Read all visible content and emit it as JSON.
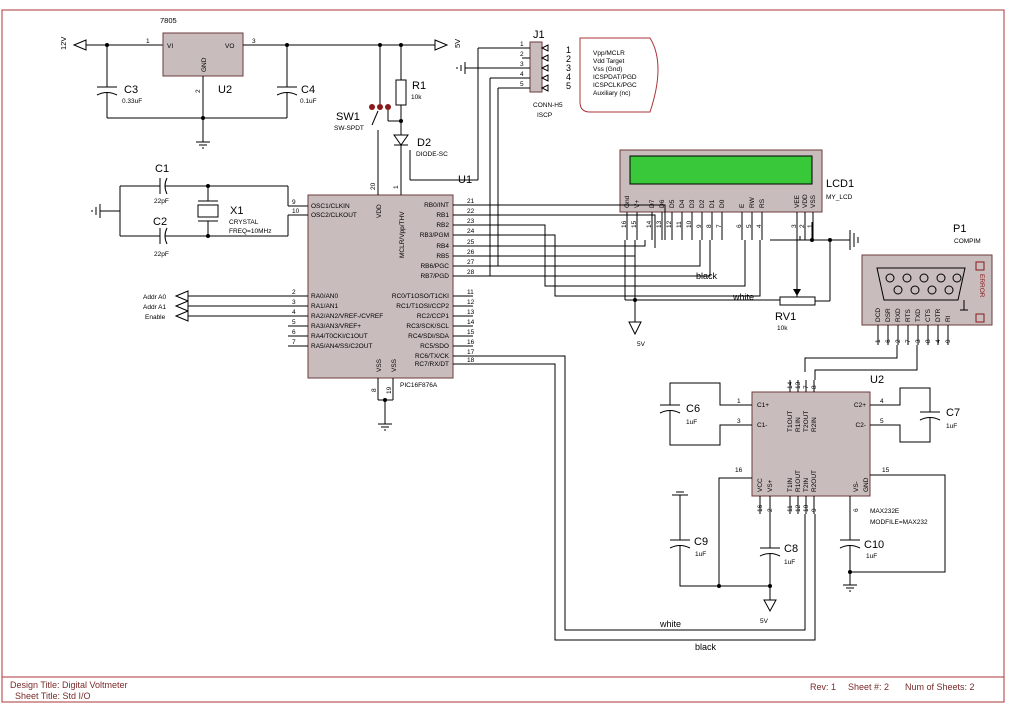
{
  "regulator": {
    "part": "7805",
    "pin_in": "1",
    "pin_out": "3",
    "pin_gnd": "2",
    "vi": "VI",
    "vo": "VO",
    "gnd": "GND",
    "ref": "U2"
  },
  "supply": {
    "input": "12V",
    "output": "5V",
    "gnd_rail": "5V"
  },
  "c3": {
    "ref": "C3",
    "value": "0.33uF"
  },
  "c4": {
    "ref": "C4",
    "value": "0.1uF"
  },
  "c1": {
    "ref": "C1",
    "value": "22pF"
  },
  "c2": {
    "ref": "C2",
    "value": "22pF"
  },
  "x1": {
    "ref": "X1",
    "part": "CRYSTAL",
    "freq": "FREQ=10MHz"
  },
  "r1": {
    "ref": "R1",
    "value": "10k"
  },
  "d2": {
    "ref": "D2",
    "part": "DIODE-SC"
  },
  "sw1": {
    "ref": "SW1",
    "part": "SW-SPDT"
  },
  "j1": {
    "ref": "J1",
    "part": "CONN-H5",
    "sub": "ISCP",
    "pins": [
      "1",
      "2",
      "3",
      "4",
      "5"
    ],
    "plug_pins": [
      "1",
      "2",
      "3",
      "4",
      "5"
    ],
    "plug_labels": [
      "Vpp/MCLR",
      "Vdd Target",
      "Vss (Gnd)",
      "ICSPDAT/PGD",
      "ICSPCLK/PGC",
      "Auxiliary (nc)"
    ]
  },
  "u1": {
    "ref": "U1",
    "part": "PIC16F876A",
    "left_pins": [
      {
        "num": "9",
        "name": "OSC1/CLKIN"
      },
      {
        "num": "10",
        "name": "OSC2/CLKOUT"
      },
      {
        "num": "2",
        "name": "RA0/AN0"
      },
      {
        "num": "3",
        "name": "RA1/AN1"
      },
      {
        "num": "4",
        "name": "RA2/AN2/VREF-/CVREF"
      },
      {
        "num": "5",
        "name": "RA3/AN3/VREF+"
      },
      {
        "num": "6",
        "name": "RA4/T0CKI/C1OUT"
      },
      {
        "num": "7",
        "name": "RA5/AN4/SS/C2OUT"
      }
    ],
    "right_pins": [
      {
        "num": "21",
        "name": "RB0/INT"
      },
      {
        "num": "22",
        "name": "RB1"
      },
      {
        "num": "23",
        "name": "RB2"
      },
      {
        "num": "24",
        "name": "RB3/PGM"
      },
      {
        "num": "25",
        "name": "RB4"
      },
      {
        "num": "26",
        "name": "RB5"
      },
      {
        "num": "27",
        "name": "RB6/PGC"
      },
      {
        "num": "28",
        "name": "RB7/PGD"
      },
      {
        "num": "11",
        "name": "RC0/T1OSO/T1CKI"
      },
      {
        "num": "12",
        "name": "RC1/T1OSI/CCP2"
      },
      {
        "num": "13",
        "name": "RC2/CCP1"
      },
      {
        "num": "14",
        "name": "RC3/SCK/SCL"
      },
      {
        "num": "15",
        "name": "RC4/SDI/SDA"
      },
      {
        "num": "16",
        "name": "RC5/SDO"
      },
      {
        "num": "17",
        "name": "RC6/TX/CK"
      },
      {
        "num": "18",
        "name": "RC7/RX/DT"
      }
    ],
    "top_pins": [
      {
        "num": "20",
        "name": "VDD"
      },
      {
        "num": "1",
        "name": "MCLR/Vpp/THV"
      }
    ],
    "bottom_pins": [
      {
        "num": "8",
        "name": "VSS"
      },
      {
        "num": "19",
        "name": "VSS"
      }
    ]
  },
  "addr": {
    "a0": "Addr A0",
    "a1": "Addr A1",
    "enable": "Enable"
  },
  "lcd": {
    "ref": "LCD1",
    "part": "MY_LCD",
    "pin_names": [
      "Gnd",
      "V+",
      "D7",
      "D6",
      "D5",
      "D4",
      "D3",
      "D2",
      "D1",
      "D0",
      "E",
      "RW",
      "RS",
      "VEE",
      "VDD",
      "VSS"
    ],
    "pin_nums": [
      "16",
      "15",
      "14",
      "13",
      "12",
      "11",
      "10",
      "9",
      "8",
      "7",
      "6",
      "5",
      "4",
      "3",
      "2",
      "1"
    ],
    "screen_color": "#39c83a"
  },
  "rv1": {
    "ref": "RV1",
    "value": "10k"
  },
  "wires": {
    "black1": "black",
    "white1": "white",
    "white2": "white",
    "black2": "black"
  },
  "p1": {
    "ref": "P1",
    "part": "COMPIM",
    "error": "ERROR",
    "pins": [
      "DCD",
      "DSR",
      "RXD",
      "RTS",
      "TXD",
      "CTS",
      "DTR",
      "RI"
    ],
    "nums": [
      "1",
      "6",
      "2",
      "7",
      "3",
      "8",
      "4",
      "9"
    ]
  },
  "u2b": {
    "ref": "U2",
    "part": "MAX232E",
    "model": "MODFILE=MAX232",
    "labels": [
      "C1+",
      "C1-",
      "T1OUT",
      "R1IN",
      "T2OUT",
      "R2IN",
      "C2+",
      "C2-",
      "VCC",
      "VS+",
      "T1IN",
      "R1OUT",
      "T2IN",
      "R2OUT",
      "VS-",
      "GND"
    ],
    "nums": [
      "1",
      "3",
      "14",
      "13",
      "7",
      "8",
      "4",
      "5",
      "16",
      "2",
      "11",
      "12",
      "10",
      "9",
      "6",
      "15"
    ]
  },
  "c6": {
    "ref": "C6",
    "value": "1uF"
  },
  "c7": {
    "ref": "C7",
    "value": "1uF"
  },
  "c8": {
    "ref": "C8",
    "value": "1uF"
  },
  "c9": {
    "ref": "C9",
    "value": "1uF"
  },
  "c10": {
    "ref": "C10",
    "value": "1uF"
  },
  "footer": {
    "design_title": "Design Title: Digital Voltmeter",
    "sheet_title": "Sheet Title: Std I/O",
    "rev": "Rev: 1",
    "sheet": "Sheet #: 2",
    "num_sheets": "Num of Sheets: 2"
  }
}
